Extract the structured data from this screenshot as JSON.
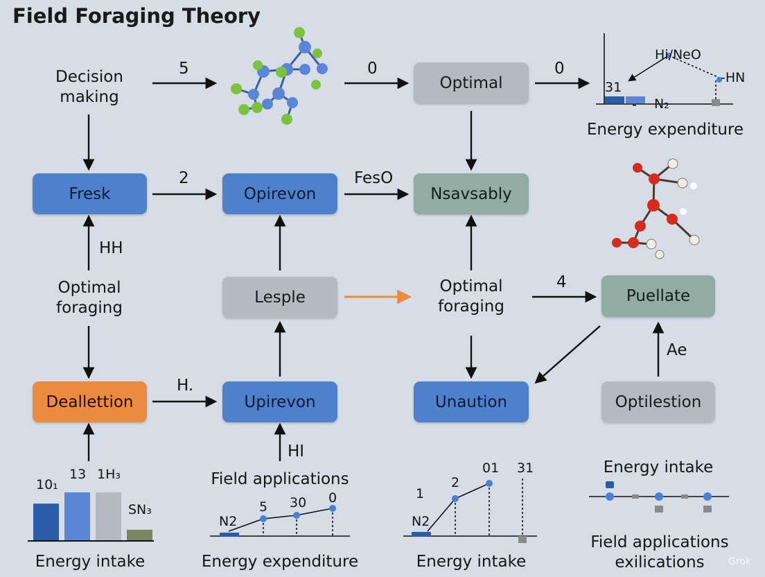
{
  "title": "Field  Foraging Theory",
  "nodes": {
    "decision": "Decision\nmaking",
    "optimal_top": "Optimal",
    "energy_exp_top": "Energy expenditure",
    "fresk": "Fresk",
    "opirevon": "Opirevon",
    "nsavsably": "Nsavsably",
    "optimal_foraging_left": "Optimal\nforaging",
    "lesple": "Lesple",
    "optimal_foraging_mid": "Optimal\nforaging",
    "puellate": "Puellate",
    "deallettion": "Deallettion",
    "upirevon": "Upirevon",
    "unaution": "Unaution",
    "optilestion": "Optilestion"
  },
  "edge_labels": {
    "e1": "5",
    "e2": "0",
    "e3": "0",
    "e4": "2",
    "e5": "FesO",
    "e6": "HH",
    "e7": "4",
    "e8": "Ae",
    "e9": "H.",
    "e10": "HI"
  },
  "top_right_mini": {
    "label1": "Hi/NeO",
    "label2": "-HN",
    "value": "31",
    "axis_label": "N₂",
    "tick": "-"
  },
  "bottom_panels": {
    "p1": {
      "caption": "Energy intake",
      "values": [
        {
          "label": "10₁",
          "value": 10
        },
        {
          "label": "13",
          "value": 13
        },
        {
          "label": "1H₃",
          "value": 13
        },
        {
          "label": "SN₃",
          "value": 3
        }
      ]
    },
    "p2": {
      "title": "Field applications",
      "caption": "Energy expenditure",
      "start": "N2",
      "points": [
        "5",
        "30",
        "0"
      ]
    },
    "p3": {
      "caption": "Energy intake",
      "start": "N2",
      "points": [
        "1",
        "2",
        "01",
        "31"
      ]
    },
    "p4": {
      "title": "Energy intake",
      "caption": "Field applications\nexilications"
    }
  },
  "watermark": "Grok",
  "colors": {
    "background": "#d6dde6",
    "blue_node": "#4f80cc",
    "gray_node": "#b4b9c3",
    "sage_node": "#92aba3",
    "orange_node": "#ec8a3e",
    "orange_arrow": "#ec8a3e",
    "molecule_green": "#7dc23f",
    "molecule_blue": "#5b86d6",
    "molecule_red": "#d62b1f",
    "molecule_white": "#f2efe2"
  }
}
